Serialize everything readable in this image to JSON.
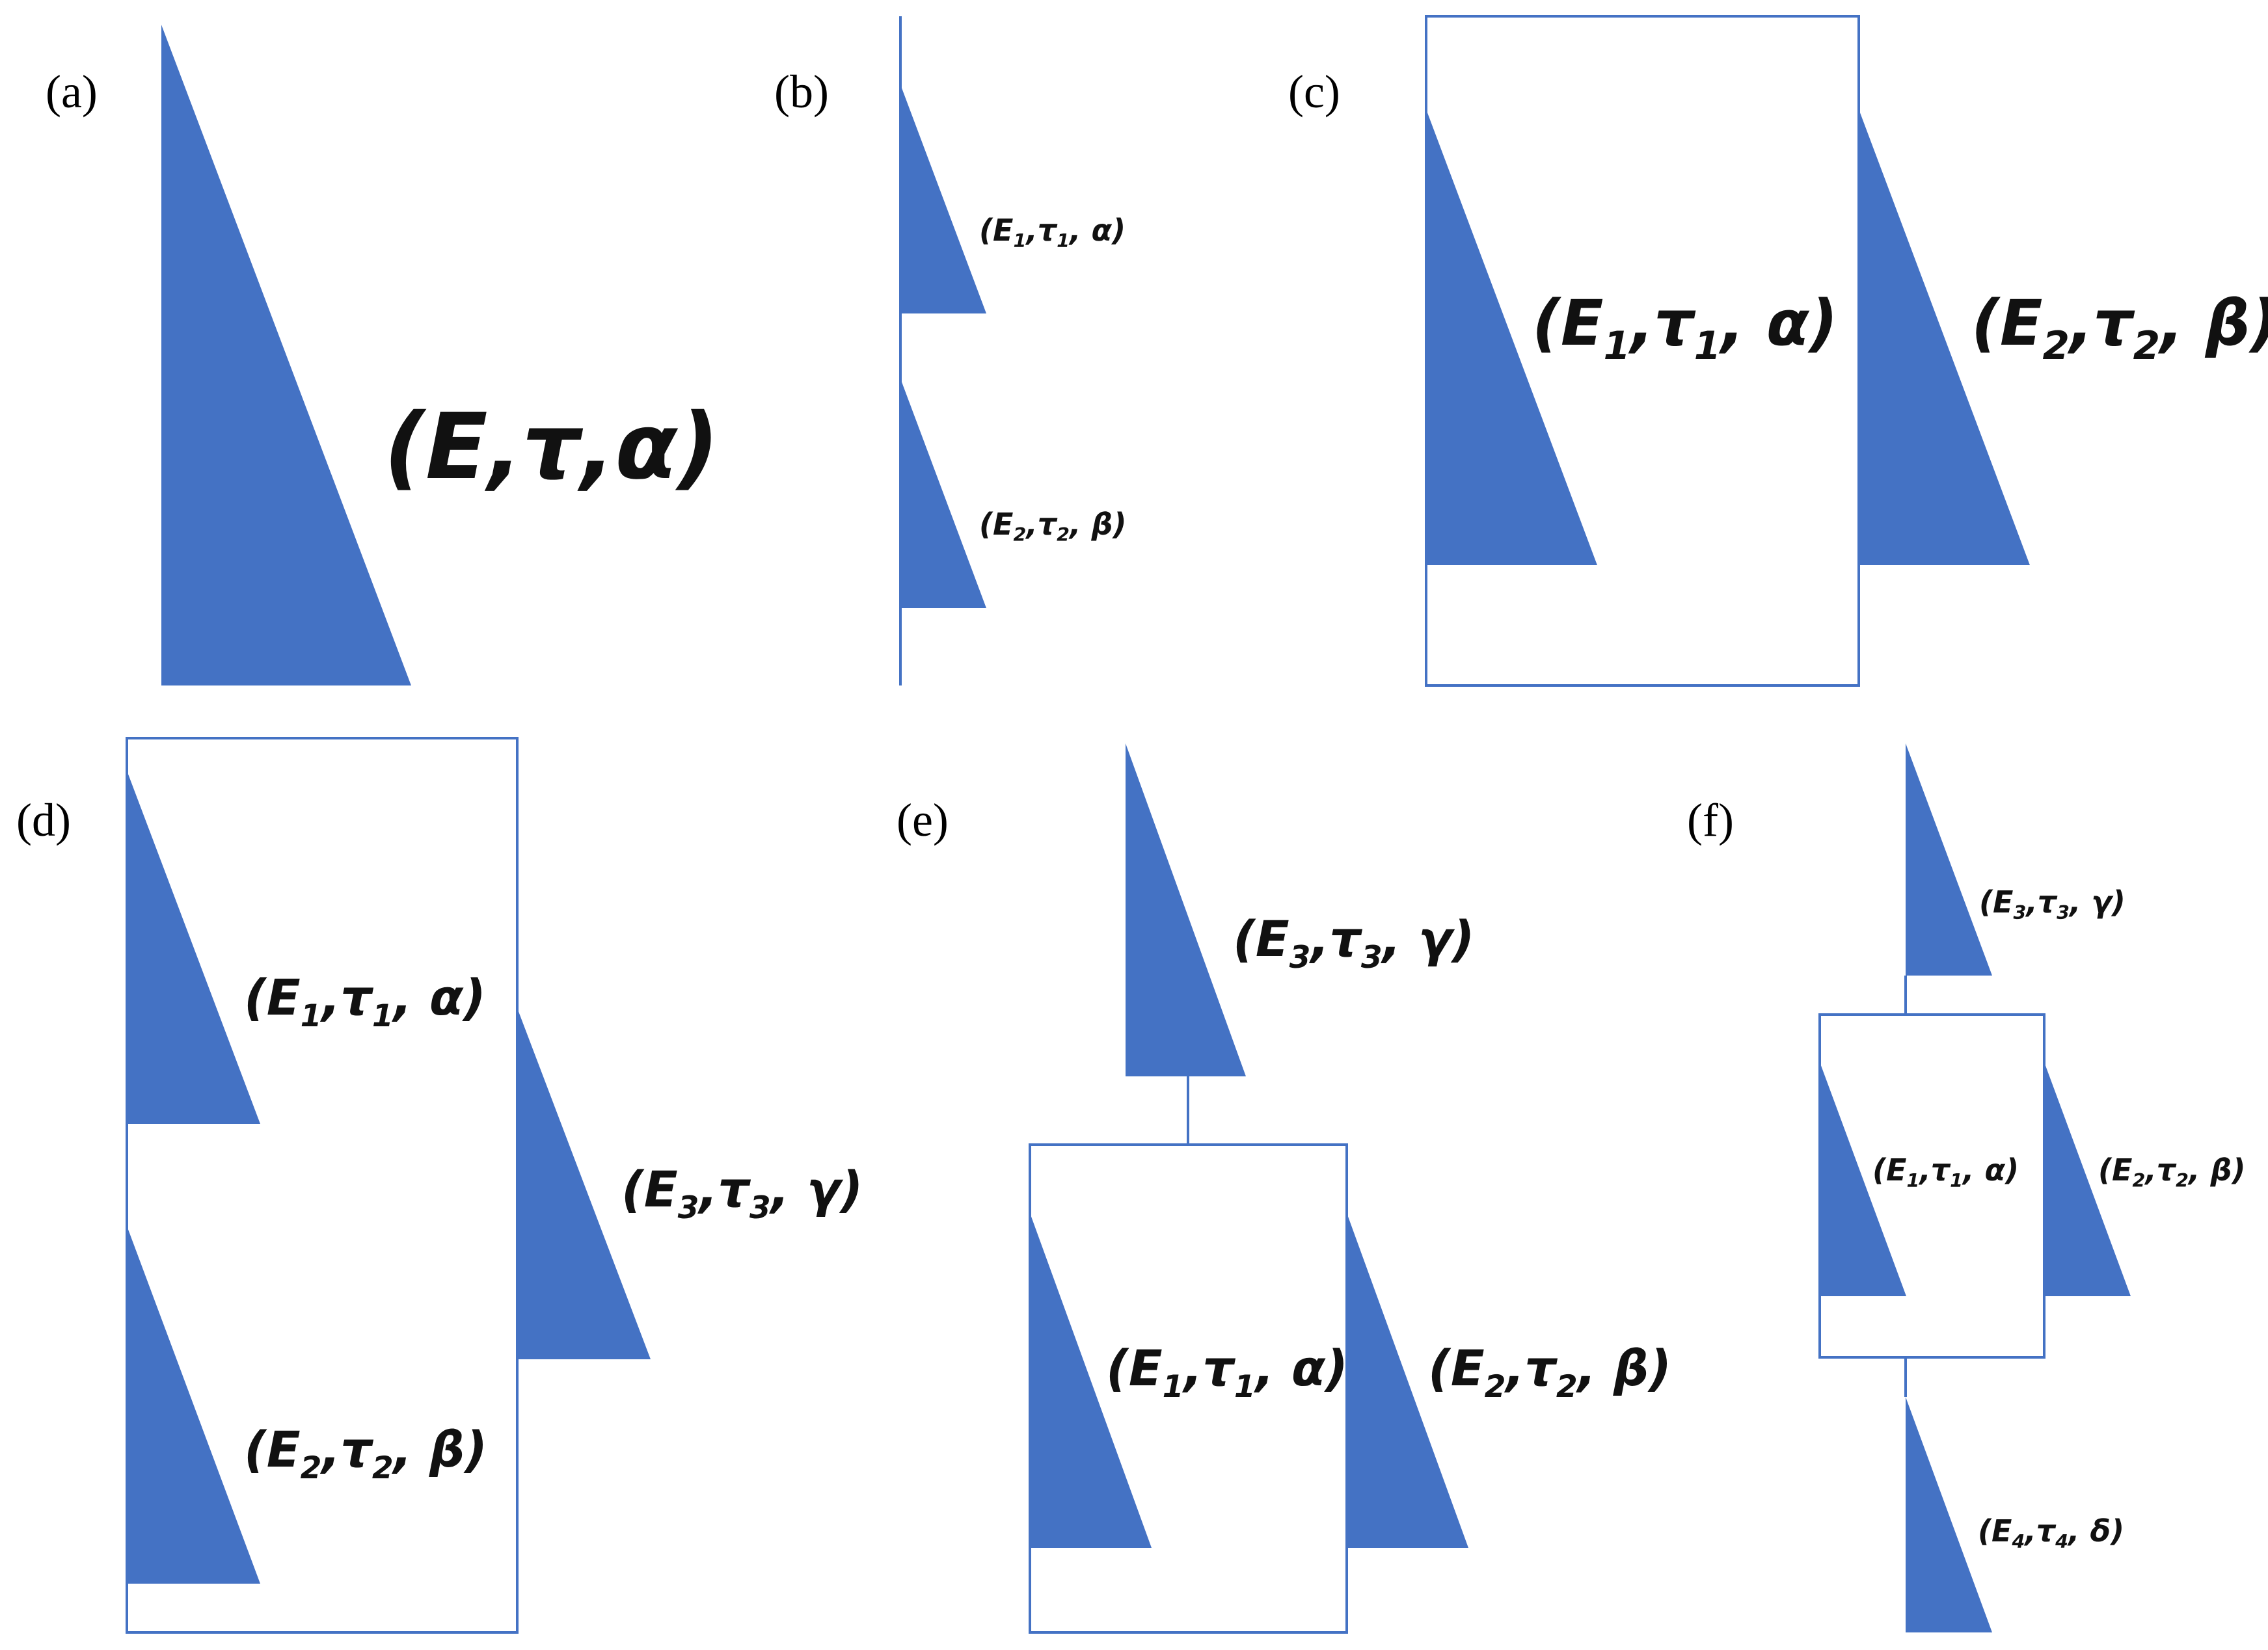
{
  "colors": {
    "triangle_fill": "#4472C4",
    "line": "#4472C4",
    "text": "#111111",
    "background": "#ffffff"
  },
  "panels": {
    "a": {
      "label": "(a)",
      "elements": [
        {
          "E": "E",
          "tau": "τ",
          "sym": "α"
        }
      ]
    },
    "b": {
      "label": "(b)",
      "elements": [
        {
          "E": "E",
          "E_sub": "1",
          "tau": "τ",
          "tau_sub": "1",
          "sym": "α"
        },
        {
          "E": "E",
          "E_sub": "2",
          "tau": "τ",
          "tau_sub": "2",
          "sym": "β"
        }
      ]
    },
    "c": {
      "label": "(c)",
      "elements": [
        {
          "E": "E",
          "E_sub": "1",
          "tau": "τ",
          "tau_sub": "1",
          "sym": "α"
        },
        {
          "E": "E",
          "E_sub": "2",
          "tau": "τ",
          "tau_sub": "2",
          "sym": "β"
        }
      ]
    },
    "d": {
      "label": "(d)",
      "elements": [
        {
          "E": "E",
          "E_sub": "1",
          "tau": "τ",
          "tau_sub": "1",
          "sym": "α"
        },
        {
          "E": "E",
          "E_sub": "2",
          "tau": "τ",
          "tau_sub": "2",
          "sym": "β"
        },
        {
          "E": "E",
          "E_sub": "3",
          "tau": "τ",
          "tau_sub": "3",
          "sym": "γ"
        }
      ]
    },
    "e": {
      "label": "(e)",
      "elements": [
        {
          "E": "E",
          "E_sub": "3",
          "tau": "τ",
          "tau_sub": "3",
          "sym": "γ"
        },
        {
          "E": "E",
          "E_sub": "1",
          "tau": "τ",
          "tau_sub": "1",
          "sym": "α"
        },
        {
          "E": "E",
          "E_sub": "2",
          "tau": "τ",
          "tau_sub": "2",
          "sym": "β"
        }
      ]
    },
    "f": {
      "label": "(f)",
      "elements": [
        {
          "E": "E",
          "E_sub": "3",
          "tau": "τ",
          "tau_sub": "3",
          "sym": "γ"
        },
        {
          "E": "E",
          "E_sub": "1",
          "tau": "τ",
          "tau_sub": "1",
          "sym": "α"
        },
        {
          "E": "E",
          "E_sub": "2",
          "tau": "τ",
          "tau_sub": "2",
          "sym": "β"
        },
        {
          "E": "E",
          "E_sub": "4",
          "tau": "τ",
          "tau_sub": "4",
          "sym": "δ"
        }
      ]
    }
  }
}
